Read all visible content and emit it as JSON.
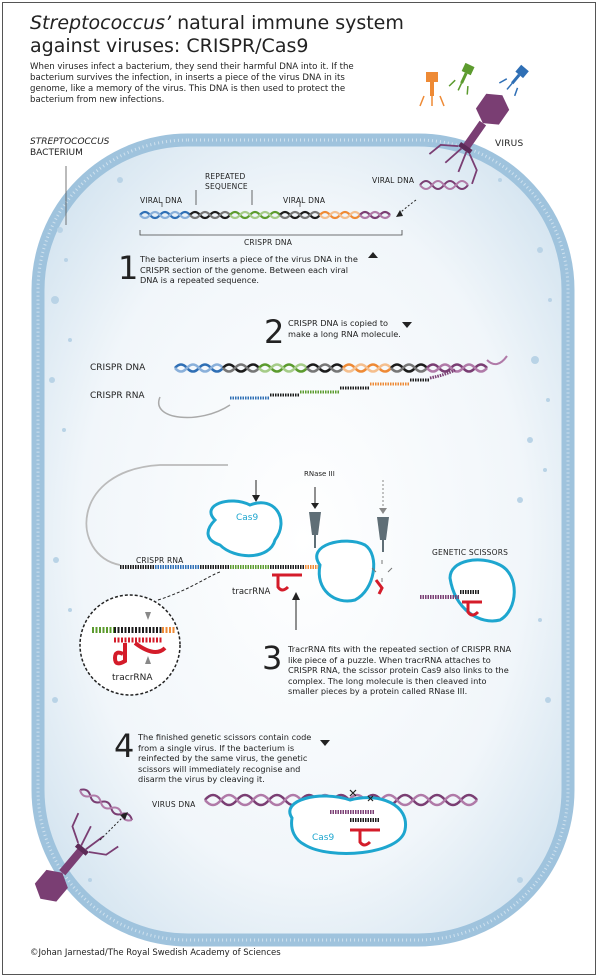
{
  "title": {
    "italic": "Streptococcus’",
    "rest_line1": " natural immune system",
    "line2": "against viruses: CRISPR/Cas9"
  },
  "intro": "When viruses infect a bacterium, they send their harmful DNA into it. If the bacterium survives the infection, in inserts a piece of the virus DNA in its genome, like a memory of the virus. This DNA is then used to protect the bacterium from new infections.",
  "bacterium_label": {
    "italic": "STREPTOCOCCUS",
    "rest": "BACTERIUM"
  },
  "labels": {
    "virus": "VIRUS",
    "viral_dna_right": "VIRAL DNA",
    "viral_dna_left": "VIRAL DNA",
    "viral_dna_mid": "VIRAL DNA",
    "repeated_1": "REPEATED",
    "repeated_2": "SEQUENCE",
    "crispr_dna_bracket": "CRISPR DNA",
    "crispr_dna": "CRISPR DNA",
    "crispr_rna": "CRISPR RNA",
    "cas9_1": "Cas9",
    "rnase": "RNase III",
    "crispr_rna_3": "CRISPR RNA",
    "tracrrna": "tracrRNA",
    "tracrrna_zoom": "tracrRNA",
    "genetic_scissors": "GENETIC SCISSORS",
    "virus_dna": "VIRUS DNA",
    "cas9_4": "Cas9"
  },
  "steps": [
    {
      "num": "1",
      "text": "The bacterium inserts a piece of the virus DNA in the CRISPR section of the genome. Between each viral DNA is a repeated sequence."
    },
    {
      "num": "2",
      "text": "CRISPR DNA is copied to make a long RNA molecule."
    },
    {
      "num": "3",
      "text": "TracrRNA fits with the repeated section of CRISPR RNA like piece of a puzzle. When tracrRNA attaches to CRISPR RNA, the scissor protein Cas9 also links to the complex. The long molecule is then cleaved into smaller pieces by a protein called RNase III."
    },
    {
      "num": "4",
      "text": "The finished genetic scissors contain code from a single virus. If the bacterium is reinfected by the same virus, the genetic scissors will immediately recognise and disarm the virus by cleaving it."
    }
  ],
  "credit": "©Johan Jarnestad/The Royal Swedish Academy of Sciences",
  "colors": {
    "membrane": "#8fb8d6",
    "cell_fill": "#e9f1f7",
    "virus_purple": "#7a3e73",
    "viral_blue": "#2f6fb5",
    "viral_green": "#5c9b2e",
    "viral_orange": "#ee8a35",
    "repeat_black": "#1c1c1c",
    "rna_red": "#d41c2a",
    "cas9_cyan": "#1ea6cf",
    "rnase_gray": "#5f6e76"
  }
}
